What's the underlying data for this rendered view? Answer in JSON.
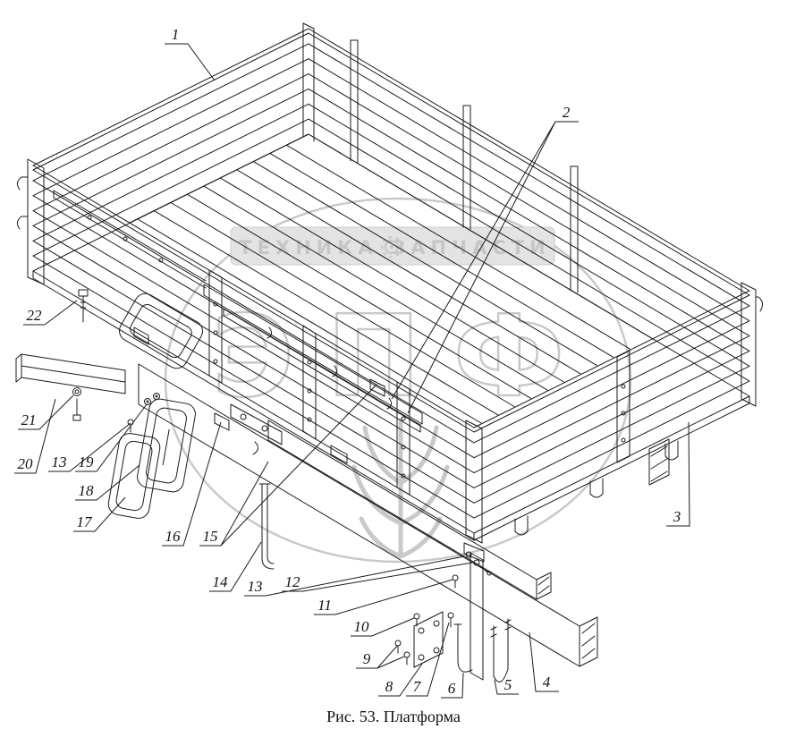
{
  "figure": {
    "caption": "Рис. 53. Платформа"
  },
  "watermark": {
    "banner_left": "ТЕХНИКА",
    "banner_right": "ЗАПЧАСТИ",
    "big_text": "ЭПФ"
  },
  "callouts": {
    "n1": "1",
    "n2": "2",
    "n3": "3",
    "n4": "4",
    "n5": "5",
    "n6": "6",
    "n7": "7",
    "n8": "8",
    "n9": "9",
    "n10": "10",
    "n11": "11",
    "n12": "12",
    "n13a": "13",
    "n13b": "13",
    "n14": "14",
    "n15": "15",
    "n16": "16",
    "n17": "17",
    "n18": "18",
    "n19": "19",
    "n20": "20",
    "n21": "21",
    "n22": "22"
  }
}
